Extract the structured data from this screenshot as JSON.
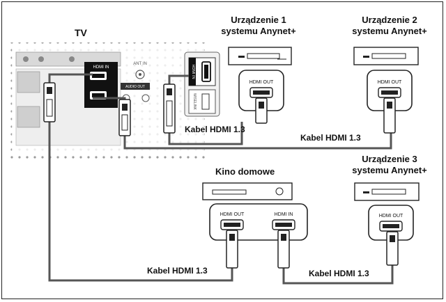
{
  "labels": {
    "tv": "TV",
    "device1": [
      "Urządzenie 1",
      "systemu Anynet+"
    ],
    "device2": [
      "Urządzenie 2",
      "systemu Anynet+"
    ],
    "device3": [
      "Urządzenie 3",
      "systemu Anynet+"
    ],
    "home_theater": "Kino domowe"
  },
  "cables": {
    "c1": "Kabel HDMI 1.3",
    "c2": "Kabel HDMI 1.3",
    "c3": "Kabel HDMI 1.3",
    "c4": "Kabel HDMI 1.3"
  },
  "ports": {
    "hdmi_out": "HDMI OUT",
    "hdmi_in": "HDMI IN",
    "tv_hdmi_in": "HDMI IN",
    "ant_in": "ANT IN",
    "tv_side_hdmi": "HDMI IN",
    "tv_side_usb": "WISELINK",
    "tv_audio_out": "AUDIO OUT"
  },
  "colors": {
    "cable": "#555555",
    "outline": "#222222",
    "panel_dots": "#9a9a9a"
  }
}
